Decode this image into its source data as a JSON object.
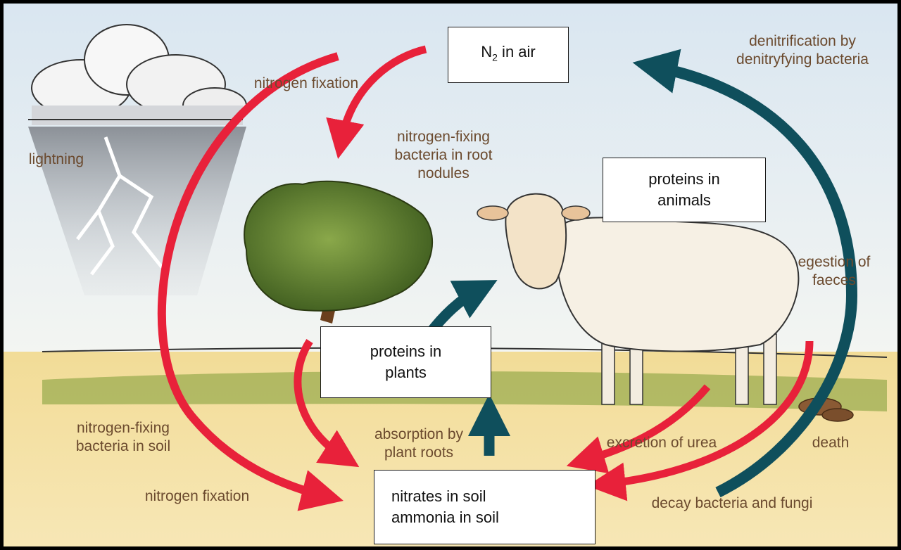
{
  "colors": {
    "fixation_arrow": "#e8213a",
    "nitrogen_return_arrow": "#0f4f5c",
    "label_text": "#6b4a2e",
    "sky": "#dfeaf3",
    "soil": "#f0d78c",
    "grass": "#6f8f2e",
    "frame": "#000000"
  },
  "icons": [
    "storm-cloud-icon",
    "lightning-bolt-icon",
    "tree-icon",
    "sheep-icon",
    "faeces-icon"
  ],
  "boxes": {
    "n2_air": {
      "text": "N",
      "subscript": "2",
      "suffix": " in air"
    },
    "proteins_animals": {
      "line1": "proteins in",
      "line2": "animals"
    },
    "proteins_plants": {
      "line1": "proteins in",
      "line2": "plants"
    },
    "nitrates_soil": {
      "line1": "nitrates in soil",
      "line2": "ammonia in soil"
    }
  },
  "labels": {
    "nitrogen_fixation_top": "nitrogen fixation",
    "lightning": "lightning",
    "fixing_root_line1": "nitrogen-fixing",
    "fixing_root_line2": "bacteria in root",
    "fixing_root_line3": "nodules",
    "denitrification_line1": "denitrification by",
    "denitrification_line2": "denitryfying bacteria",
    "egestion_line1": "egestion of",
    "egestion_line2": "faeces",
    "fixing_soil_line1": "nitrogen-fixing",
    "fixing_soil_line2": "bacteria in soil",
    "nitrogen_fixation_bottom": "nitrogen fixation",
    "absorption_line1": "absorption by",
    "absorption_line2": "plant roots",
    "excretion": "excretion of urea",
    "death": "death",
    "decay": "decay bacteria and fungi"
  }
}
